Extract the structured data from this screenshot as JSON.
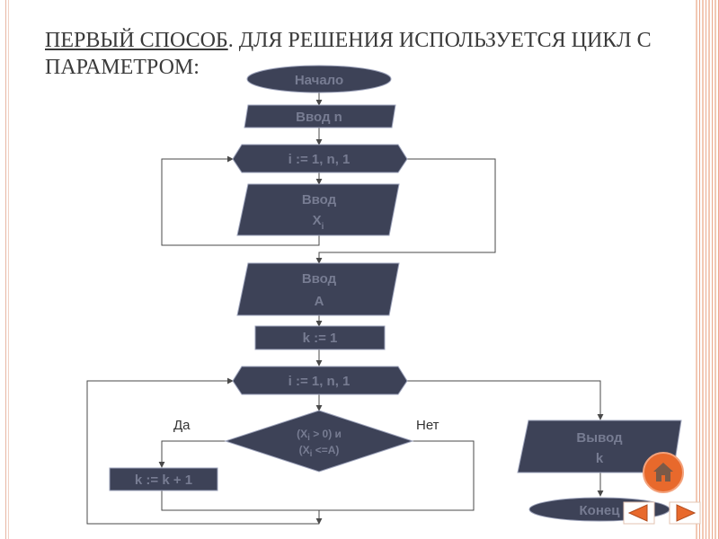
{
  "slide": {
    "title_underlined": "ПЕРВЫЙ СПОСОБ",
    "title_rest": ". ДЛЯ РЕШЕНИЯ ИСПОЛЬЗУЕТСЯ ЦИКЛ С ПАРАМЕТРОМ:"
  },
  "flowchart": {
    "start": "Начало",
    "input_n": "Ввод n",
    "loop1": "i := 1, n, 1",
    "input_x_line1": "Ввод",
    "input_x_line2": "X",
    "input_x_sub": "i",
    "input_a_line1": "Ввод",
    "input_a_line2": "A",
    "init_k": "k := 1",
    "loop2": "i := 1, n, 1",
    "cond_line1_a": "(X",
    "cond_line1_sub": "i",
    "cond_line1_b": " > 0) и",
    "cond_line2_a": "(X",
    "cond_line2_sub": "i",
    "cond_line2_b": " <=A)",
    "label_yes": "Да",
    "label_no": "Нет",
    "increment": "k := k + 1",
    "output_line1": "Вывод",
    "output_line2": "k",
    "end": "Конец"
  },
  "colors": {
    "shape_fill": "#3d4257",
    "shape_text": "#777c92",
    "home_button": "#e8692c",
    "nav_arrow": "#e8692c"
  },
  "icons": {
    "home": "home-icon",
    "prev": "triangle-left-icon",
    "next": "triangle-right-icon"
  }
}
